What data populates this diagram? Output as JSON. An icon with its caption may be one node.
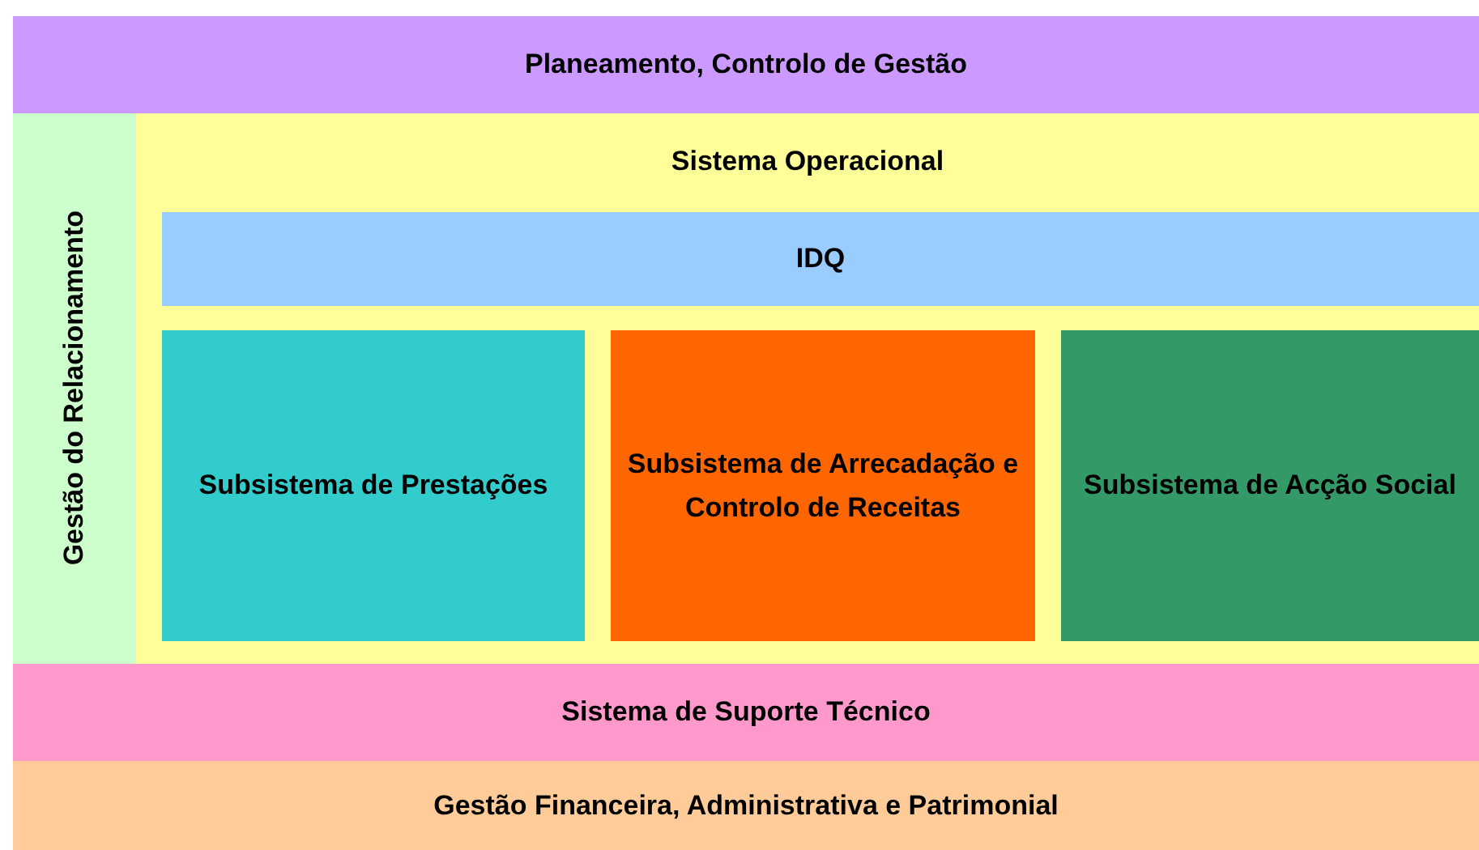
{
  "diagram": {
    "nodes": [
      {
        "text": [
          "Planeamento, Controlo de Gestão"
        ]
      },
      {
        "text": [
          "Gestão do Relacionamento"
        ]
      },
      {
        "text": [
          "Sistema Operacional"
        ]
      },
      {
        "text": [
          "IDQ"
        ],
        "in": 2
      },
      {
        "text": [
          "Subsistema de Prestações"
        ],
        "in": 2
      },
      {
        "text": [
          "Subsistema de Arrecadação e Controlo de Receitas"
        ],
        "in": 2
      },
      {
        "text": [
          "Subsistema de Acção Social"
        ],
        "in": 2
      },
      {
        "text": [
          "Sistema de Suporte Técnico"
        ]
      },
      {
        "text": [
          "Gestão Financeira, Administrativa e Patrimonial"
        ]
      }
    ]
  }
}
